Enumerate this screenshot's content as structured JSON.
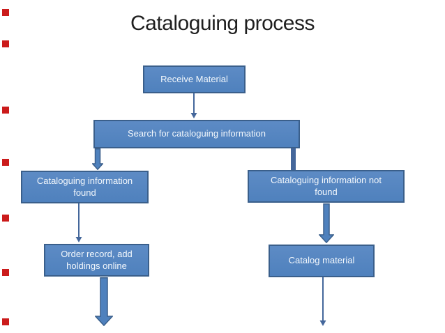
{
  "slide": {
    "title": "Cataloguing process",
    "diagram_type": "flowchart"
  },
  "colors": {
    "background": "#ffffff",
    "title_text": "#1f1f1f",
    "box_fill": "#4f81bd",
    "box_fill_light": "#5d8bc5",
    "box_border": "#3a5f8b",
    "box_text": "#f2f7fc",
    "connector": "#44679b",
    "marker_red": "#cb1b1b"
  },
  "flowchart": {
    "nodes": [
      {
        "id": "receive",
        "label": "Receive Material"
      },
      {
        "id": "search",
        "label": "Search for cataloguing information"
      },
      {
        "id": "found",
        "label": "Cataloguing information found"
      },
      {
        "id": "not-found",
        "label": "Cataloguing information not found"
      },
      {
        "id": "order",
        "label": "Order record, add holdings online"
      },
      {
        "id": "catalog",
        "label": "Catalog material"
      }
    ],
    "edges": [
      {
        "from": "receive",
        "to": "search",
        "style": "thin-arrow"
      },
      {
        "from": "search",
        "to": "found",
        "style": "block-arrow"
      },
      {
        "from": "search",
        "to": "not-found",
        "style": "thick-bar"
      },
      {
        "from": "found",
        "to": "order",
        "style": "thin-arrow"
      },
      {
        "from": "not-found",
        "to": "catalog",
        "style": "block-arrow"
      },
      {
        "from": "order",
        "to": "off-page-bottom",
        "style": "block-arrow"
      },
      {
        "from": "catalog",
        "to": "off-page-bottom",
        "style": "thin-arrow"
      }
    ]
  }
}
